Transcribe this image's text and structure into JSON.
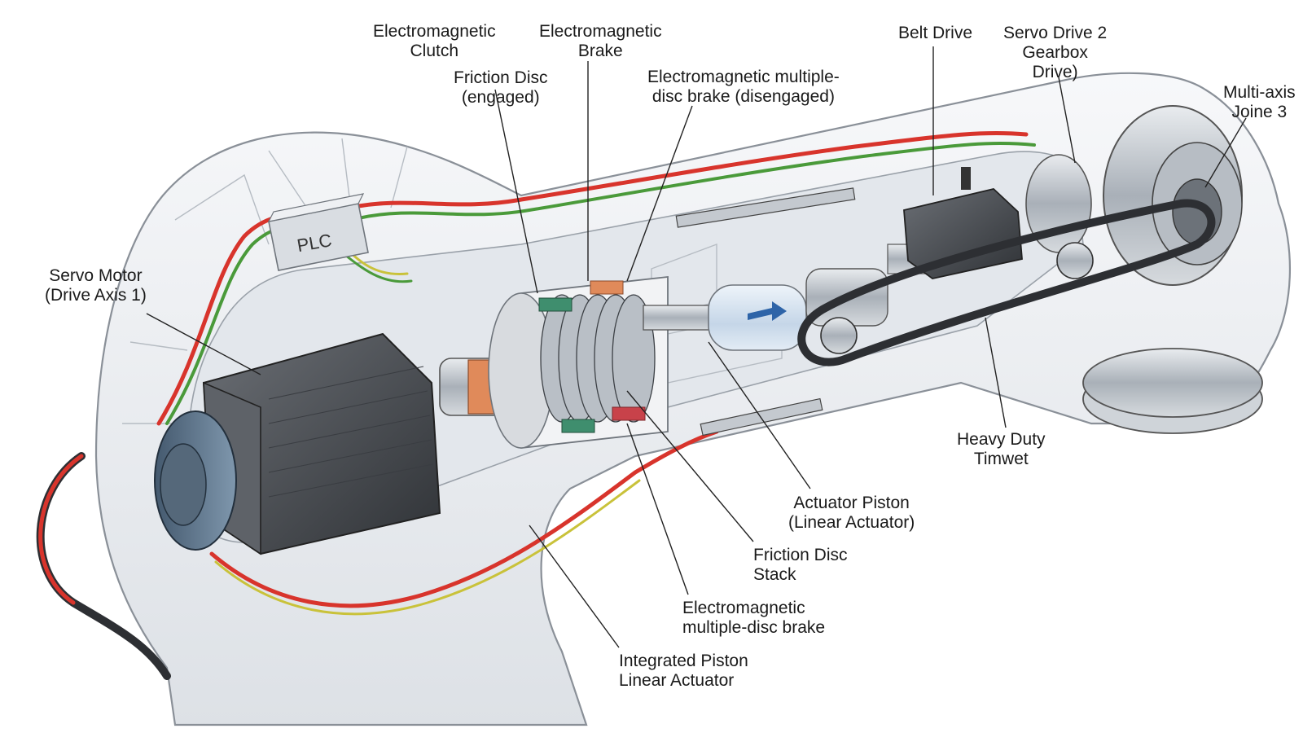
{
  "labels": {
    "clutch": [
      "Electromagnetic",
      "Clutch"
    ],
    "brake": [
      "Electromagnetic",
      "Brake"
    ],
    "friction_engaged": [
      "Friction Disc",
      "(engaged)"
    ],
    "multi_brake_disengaged": [
      "Electromagnetic multiple-",
      "disc brake (disengaged)"
    ],
    "belt_drive": [
      "Belt Drive"
    ],
    "servo_drive2": [
      "Servo Drive 2",
      "Gearbox",
      "Drive)"
    ],
    "multi_axis": [
      "Multi-axis",
      "Joine 3"
    ],
    "servo_motor": [
      "Servo Motor",
      "(Drive Axis 1)"
    ],
    "heavy_duty": [
      "Heavy Duty",
      "Timwet"
    ],
    "actuator_piston": [
      "Actuator Piston",
      "(Linear Actuator)"
    ],
    "friction_stack": [
      "Friction Disc",
      "Stack"
    ],
    "multi_brake": [
      "Electromagnetic",
      "multiple-disc brake"
    ],
    "integrated_piston": [
      "Integrated Piston",
      "Linear Actuator"
    ]
  },
  "plc_label": "PLC",
  "colors": {
    "housing_fill": "#eef0f3",
    "housing_stroke": "#8a9098",
    "cable_red": "#d8342c",
    "cable_green": "#4a9a3a",
    "cable_yellow": "#c9c23a",
    "motor_body": "#4a4d52",
    "connector_blue": "#5f7890",
    "coupling_orange": "#e08a5a",
    "brake_pad_green": "#3f8e6e",
    "brake_pad_red": "#c8424a",
    "piston_blue": "#d7e4f0",
    "arrow_blue": "#2e64a8",
    "belt_dark": "#2d2f33"
  }
}
